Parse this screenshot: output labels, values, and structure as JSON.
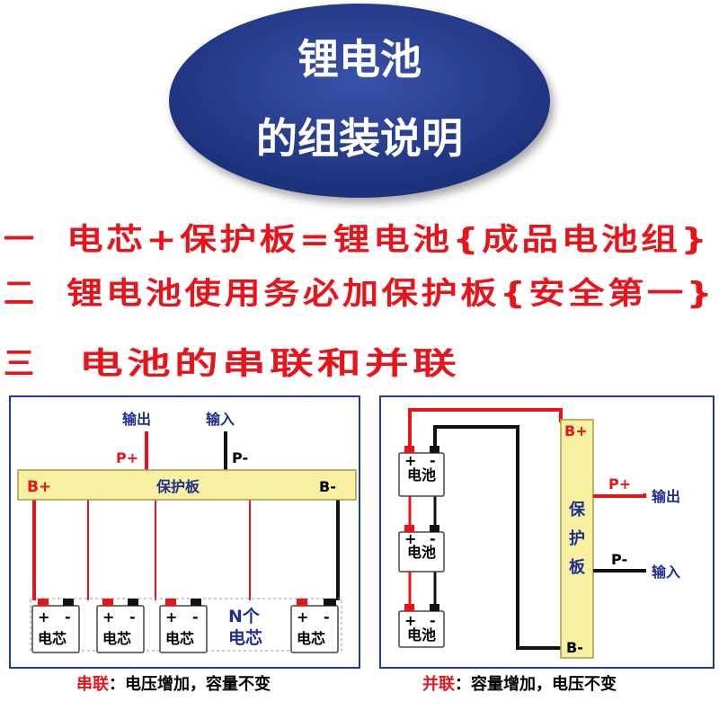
{
  "title": {
    "line1": "锂电池",
    "line2": "的组装说明"
  },
  "points": [
    {
      "num": "一",
      "text": "电芯+保护板=锂电池{成品电池组}"
    },
    {
      "num": "二",
      "text": "锂电池使用务必加保护板{安全第一}"
    },
    {
      "num": "三",
      "text": "电池的串联和并联"
    }
  ],
  "series_diagram": {
    "board_label": "保护板",
    "b_plus": "B+",
    "b_minus": "B-",
    "p_plus": "P+",
    "p_minus": "P-",
    "output": "输出",
    "input": "输入",
    "cell_label": "电芯",
    "n_cells_line1": "N个",
    "n_cells_line2": "电芯",
    "plus": "+",
    "minus": "-",
    "caption_prefix": "串联",
    "caption_text": "：电压增加，容量不变"
  },
  "parallel_diagram": {
    "board_chars": [
      "保",
      "护",
      "板"
    ],
    "b_plus": "B+",
    "b_minus": "B-",
    "p_plus": "P+",
    "p_minus": "P-",
    "output": "输出",
    "input": "输入",
    "cell_label": "电池",
    "plus": "+",
    "minus": "-",
    "caption_prefix": "并联",
    "caption_text": "：容量增加，电压不变"
  },
  "colors": {
    "title_bg": "#233a8c",
    "accent_red": "#e8141b",
    "board_yellow": "#f7f0a0",
    "label_blue": "#1f2f8f"
  }
}
